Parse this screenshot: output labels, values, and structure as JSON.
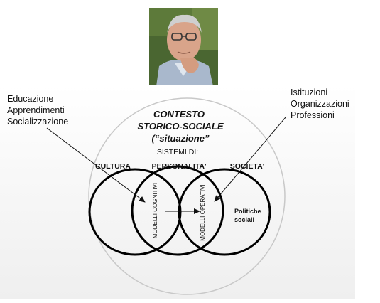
{
  "left_annotation": [
    "Educazione",
    "Apprendimenti",
    "Socializzazione"
  ],
  "right_annotation": [
    "Istituzioni",
    "Organizzazioni",
    "Professioni"
  ],
  "context_title": [
    "CONTESTO",
    "STORICO-SOCIALE",
    "(“situazione”"
  ],
  "systems_heading": "SISTEMI DI:",
  "circle_labels": [
    "CULTURA",
    "PERSONALITA'",
    "SOCIETA'"
  ],
  "vertical_labels": [
    "MODELLI COGNITIVI",
    "MODELLI OPERATIVI"
  ],
  "policy_note": [
    "Politiche",
    "sociali"
  ]
}
